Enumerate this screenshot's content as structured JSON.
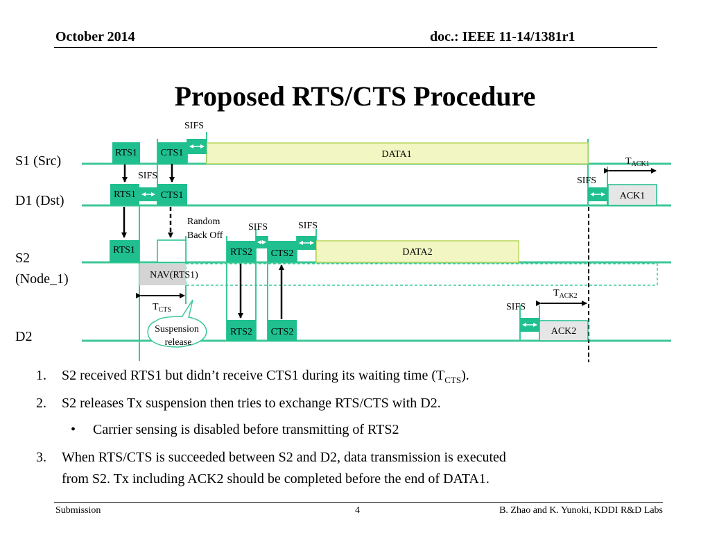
{
  "header": {
    "date": "October 2014",
    "doc": "doc.: IEEE 11-14/1381r1"
  },
  "title": "Proposed RTS/CTS Procedure",
  "nodes": {
    "s1": "S1 (Src)",
    "d1": "D1 (Dst)",
    "s2": "S2",
    "s2_sub": "(Node_1)",
    "d2": "D2"
  },
  "diagram": {
    "sifs": "SIFS",
    "rts1": "RTS1",
    "cts1": "CTS1",
    "data1": "DATA1",
    "ack1": "ACK1",
    "t_ack1": "T",
    "t_ack1_sub": "ACK1",
    "random_1": "Random",
    "random_2": "Back Off",
    "rts2": "RTS2",
    "cts2": "CTS2",
    "data2": "DATA2",
    "nav": "NAV(RTS1)",
    "t_cts": "T",
    "t_cts_sub": "CTS",
    "susp_1": "Suspension",
    "susp_2": "release",
    "t_ack2": "T",
    "t_ack2_sub": "ACK2",
    "ack2": "ACK2"
  },
  "list": {
    "item1_num": "1.",
    "item1_a": "S2 received RTS1 but didn’t receive CTS1 during its waiting time (T",
    "item1_sub": "CTS",
    "item1_b": ").",
    "item2_num": "2.",
    "item2": "S2 releases Tx suspension then tries to exchange RTS/CTS with D2.",
    "bullet": "•",
    "bullet_text": "Carrier sensing is disabled before transmitting of RTS2",
    "item3_num": "3.",
    "item3_a": "When RTS/CTS is succeeded between S2 and D2, data transmission is executed",
    "item3_b": "from S2.  Tx including ACK2 should be completed before the end of DATA1."
  },
  "footer": {
    "left": "Submission",
    "page": "4",
    "right": "B. Zhao and K. Yunoki, KDDI R&D Labs"
  },
  "colors": {
    "line": "#3cc896",
    "frame": "#1fbf8f",
    "data_fill": "#f1f6c2",
    "data_border": "#b7d65a",
    "ack_fill": "#e6e6e6",
    "nav_fill": "#d4d4d4"
  }
}
